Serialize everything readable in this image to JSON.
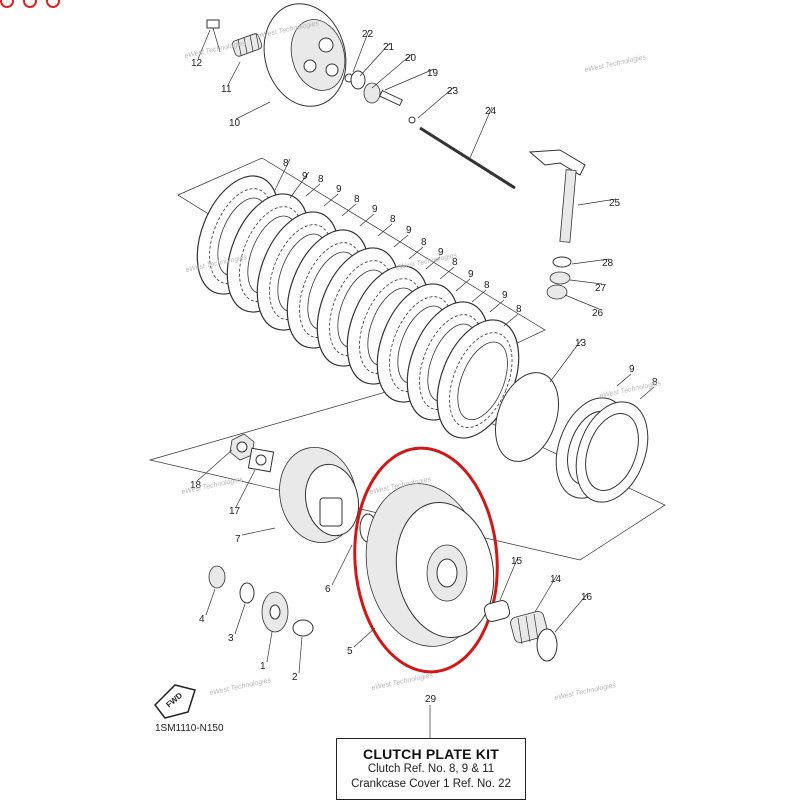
{
  "toolbar": {
    "icons": [
      {
        "name": "rotate-icon",
        "color": "#d22222"
      },
      {
        "name": "zoom-in-icon",
        "color": "#d22222"
      },
      {
        "name": "zoom-out-icon",
        "color": "#d22222"
      }
    ]
  },
  "diagram": {
    "ref_code": "1SM1110-N150",
    "fwd_label": "FWD",
    "highlight_color": "#d01818",
    "watermark": "eWest Technologies",
    "callouts": [
      "1",
      "2",
      "3",
      "4",
      "5",
      "6",
      "7",
      "8",
      "9",
      "10",
      "11",
      "12",
      "13",
      "14",
      "15",
      "16",
      "17",
      "18",
      "19",
      "20",
      "21",
      "22",
      "23",
      "24",
      "25",
      "26",
      "27",
      "28",
      "29"
    ]
  },
  "kit": {
    "title": "CLUTCH PLATE KIT",
    "line1": "Clutch Ref. No. 8, 9 & 11",
    "line2": "Crankcase Cover 1 Ref. No. 22"
  }
}
